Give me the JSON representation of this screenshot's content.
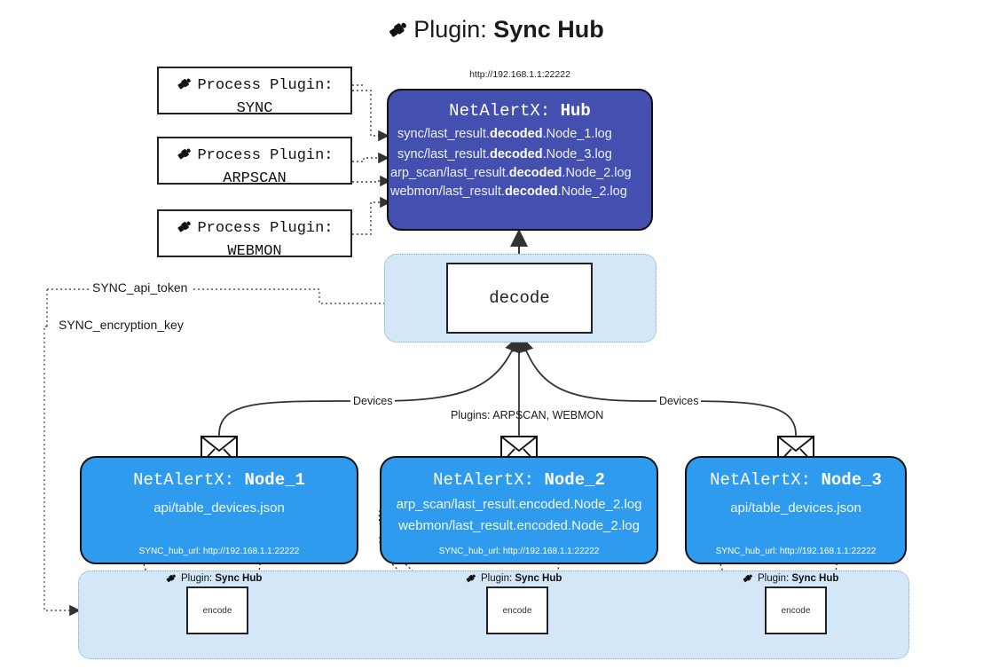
{
  "header": {
    "icon": "plug-icon",
    "prefix": "Plugin:",
    "name": "Sync Hub"
  },
  "hub": {
    "address": "http://192.168.1.1:22222",
    "title_prefix": "NetAlertX:",
    "title_name": "Hub",
    "logs": [
      {
        "pre": "sync/last_result.",
        "bold": "decoded",
        "post": ".Node_1.log"
      },
      {
        "pre": "sync/last_result.",
        "bold": "decoded",
        "post": ".Node_3.log"
      },
      {
        "pre": "arp_scan/last_result.",
        "bold": "decoded",
        "post": ".Node_2.log"
      },
      {
        "pre": "webmon/last_result.",
        "bold": "decoded",
        "post": ".Node_2.log"
      }
    ]
  },
  "process_plugins": [
    {
      "line1": "Process Plugin:",
      "line2": "SYNC",
      "icon": "plug-icon"
    },
    {
      "line1": "Process Plugin:",
      "line2": "ARPSCAN",
      "icon": "plug-icon"
    },
    {
      "line1": "Process Plugin:",
      "line2": "WEBMON",
      "icon": "plug-icon"
    }
  ],
  "decode": {
    "label": "decode"
  },
  "tokens": [
    {
      "label": "SYNC_api_token"
    },
    {
      "label": "SYNC_encryption_key"
    }
  ],
  "edge_labels": {
    "left_devices": "Devices",
    "center_plugins": "Plugins: ARPSCAN, WEBMON",
    "right_devices": "Devices"
  },
  "nodes": [
    {
      "title_prefix": "NetAlertX:",
      "title_name": "Node_1",
      "lines": [
        "api/table_devices.json"
      ],
      "hub_url_label": "SYNC_hub_url:",
      "hub_url": "http://192.168.1.1:22222",
      "mail_icon": "envelope-icon"
    },
    {
      "title_prefix": "NetAlertX:",
      "title_name": "Node_2",
      "lines": [
        "arp_scan/last_result.encoded.Node_2.log",
        "webmon/last_result.encoded.Node_2.log"
      ],
      "hub_url_label": "SYNC_hub_url:",
      "hub_url": "http://192.168.1.1:22222",
      "mail_icon": "envelope-icon"
    },
    {
      "title_prefix": "NetAlertX:",
      "title_name": "Node_3",
      "lines": [
        "api/table_devices.json"
      ],
      "hub_url_label": "SYNC_hub_url:",
      "hub_url": "http://192.168.1.1:22222",
      "mail_icon": "envelope-icon"
    }
  ],
  "encoders": [
    {
      "caption_prefix": "Plugin:",
      "caption_name": "Sync Hub",
      "label": "encode",
      "icon": "plug-icon"
    },
    {
      "caption_prefix": "Plugin:",
      "caption_name": "Sync Hub",
      "label": "encode",
      "icon": "plug-icon"
    },
    {
      "caption_prefix": "Plugin:",
      "caption_name": "Sync Hub",
      "label": "encode",
      "icon": "plug-icon"
    }
  ],
  "colors": {
    "hub_fill": "#4450b0",
    "node_fill": "#2f9bef",
    "container_fill": "#d4e7f8",
    "container_border": "#7ba6cc",
    "stroke": "#333333"
  }
}
